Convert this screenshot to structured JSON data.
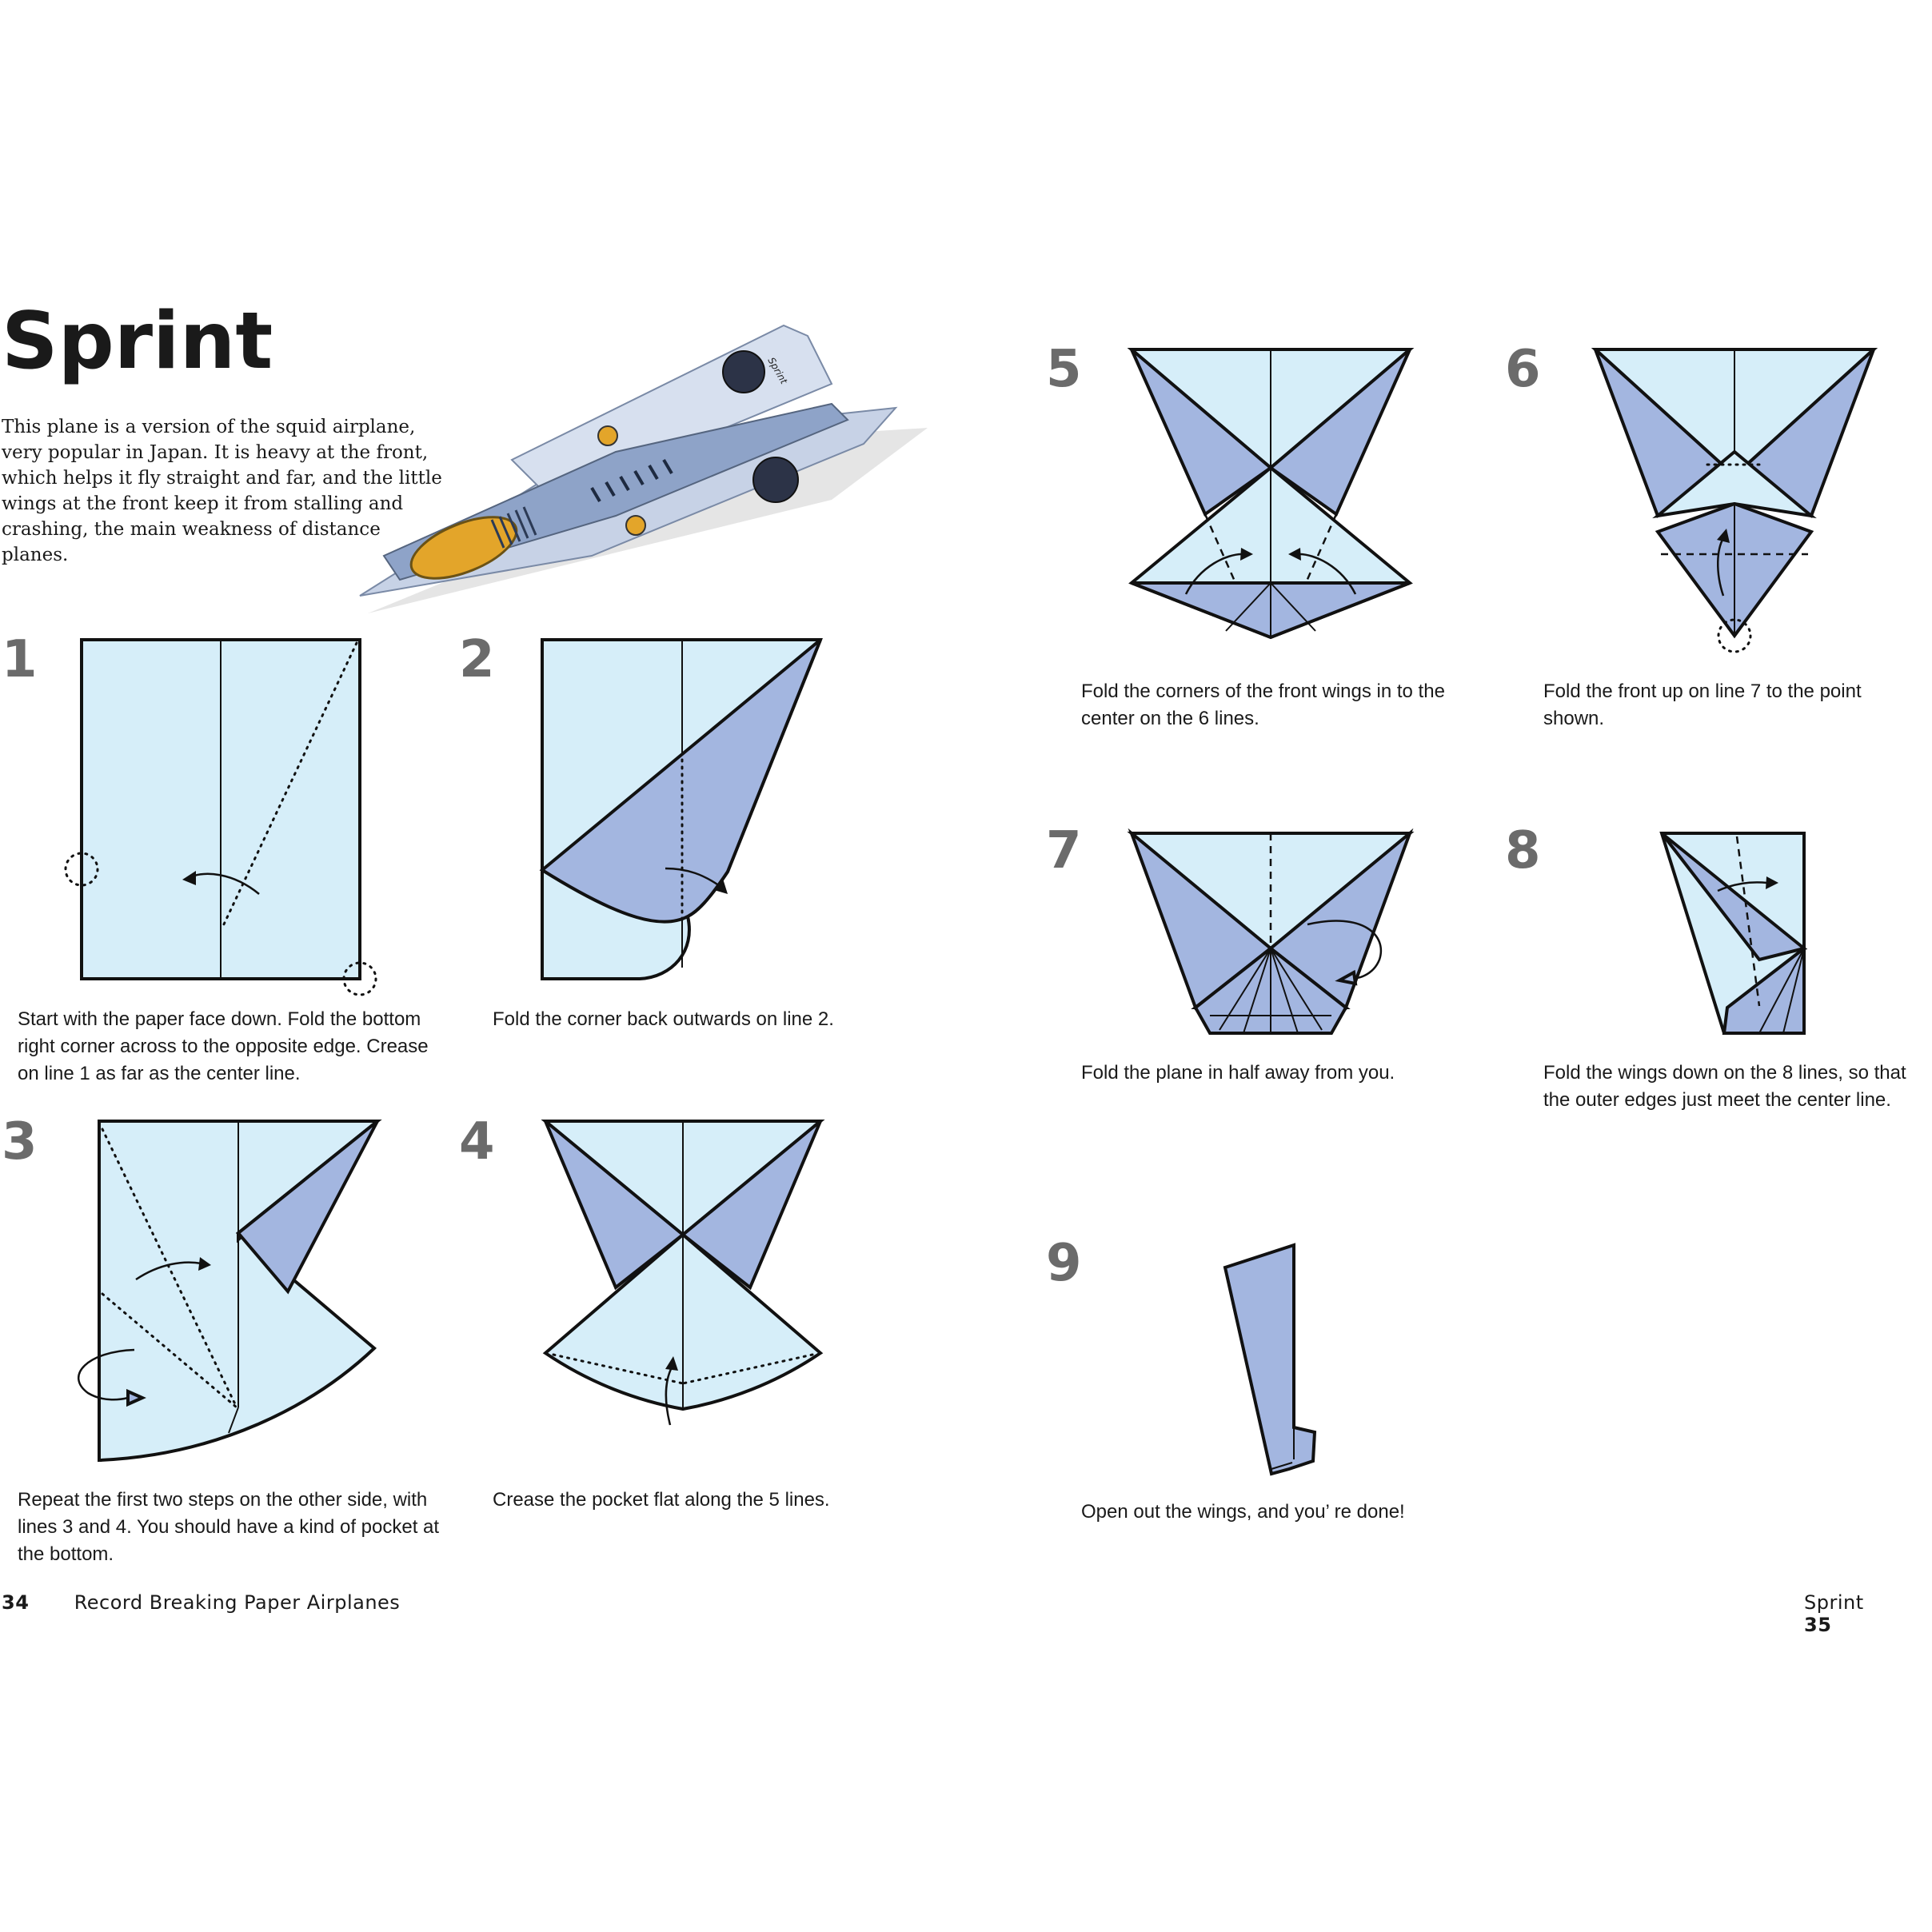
{
  "title": "Sprint",
  "intro": "This plane is a version of the squid airplane, very popular in Japan. It is heavy at the front, which helps it fly straight and far, and the little wings at the front keep it from stalling and crashing, the main weakness of distance planes.",
  "hero_badge": "Sprint",
  "steps": [
    {
      "number": "1",
      "caption": "Start with the paper face down. Fold the bottom right corner across to the opposite edge. Crease on line 1 as far as the center line."
    },
    {
      "number": "2",
      "caption": "Fold the corner back outwards on line 2."
    },
    {
      "number": "3",
      "caption": "Repeat the first two steps on the other side, with lines 3 and 4. You should have a kind of pocket at the bottom."
    },
    {
      "number": "4",
      "caption": "Crease the pocket flat along the 5 lines."
    },
    {
      "number": "5",
      "caption": "Fold the corners of the front wings in to the center on the 6 lines."
    },
    {
      "number": "6",
      "caption": "Fold the front up on line 7 to the point shown."
    },
    {
      "number": "7",
      "caption": "Fold the plane in half away from you."
    },
    {
      "number": "8",
      "caption": "Fold the wings down on the 8 lines, so that the outer edges just meet the center line."
    },
    {
      "number": "9",
      "caption": "Open out the wings, and you’ re done!"
    }
  ],
  "footer": {
    "left_page_number": "34",
    "left_title": "Record Breaking Paper Airplanes",
    "right_title": "Sprint",
    "right_page_number": "35"
  },
  "colors": {
    "paper_light": "#d6eef9",
    "paper_dark": "#a3b6e0",
    "step_number": "#6b6b6b"
  }
}
